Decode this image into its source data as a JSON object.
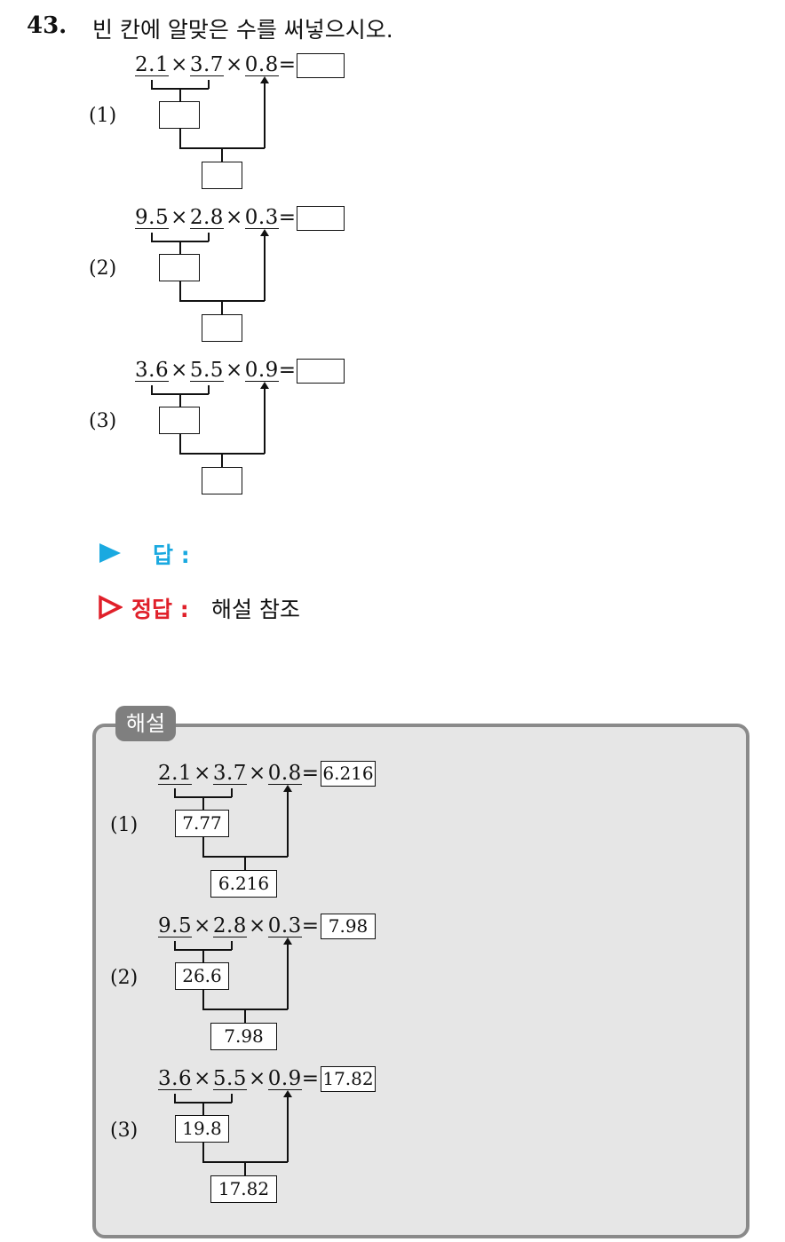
{
  "question": {
    "number": "43.",
    "text": "빈 칸에 알맞은 수를 써넣으시오."
  },
  "problems": [
    {
      "label": "(1)",
      "a": "2.1",
      "b": "3.7",
      "c": "0.8",
      "op": "×",
      "eq": "="
    },
    {
      "label": "(2)",
      "a": "9.5",
      "b": "2.8",
      "c": "0.3",
      "op": "×",
      "eq": "="
    },
    {
      "label": "(3)",
      "a": "3.6",
      "b": "5.5",
      "c": "0.9",
      "op": "×",
      "eq": "="
    }
  ],
  "answer_prompt": "답 :",
  "correct": {
    "label": "정답 :",
    "value": "해설 참조"
  },
  "solution": {
    "tag": "해설",
    "items": [
      {
        "label": "(1)",
        "a": "2.1",
        "b": "3.7",
        "c": "0.8",
        "op": "×",
        "eq": "=",
        "mid": "7.77",
        "result": "6.216"
      },
      {
        "label": "(2)",
        "a": "9.5",
        "b": "2.8",
        "c": "0.3",
        "op": "×",
        "eq": "=",
        "mid": "26.6",
        "result": "7.98"
      },
      {
        "label": "(3)",
        "a": "3.6",
        "b": "5.5",
        "c": "0.9",
        "op": "×",
        "eq": "=",
        "mid": "19.8",
        "result": "17.82"
      }
    ]
  },
  "colors": {
    "prompt": "#1aa9e0",
    "correct": "#e0202a",
    "panel": "#e6e6e6",
    "tag": "#7f7f7f"
  }
}
